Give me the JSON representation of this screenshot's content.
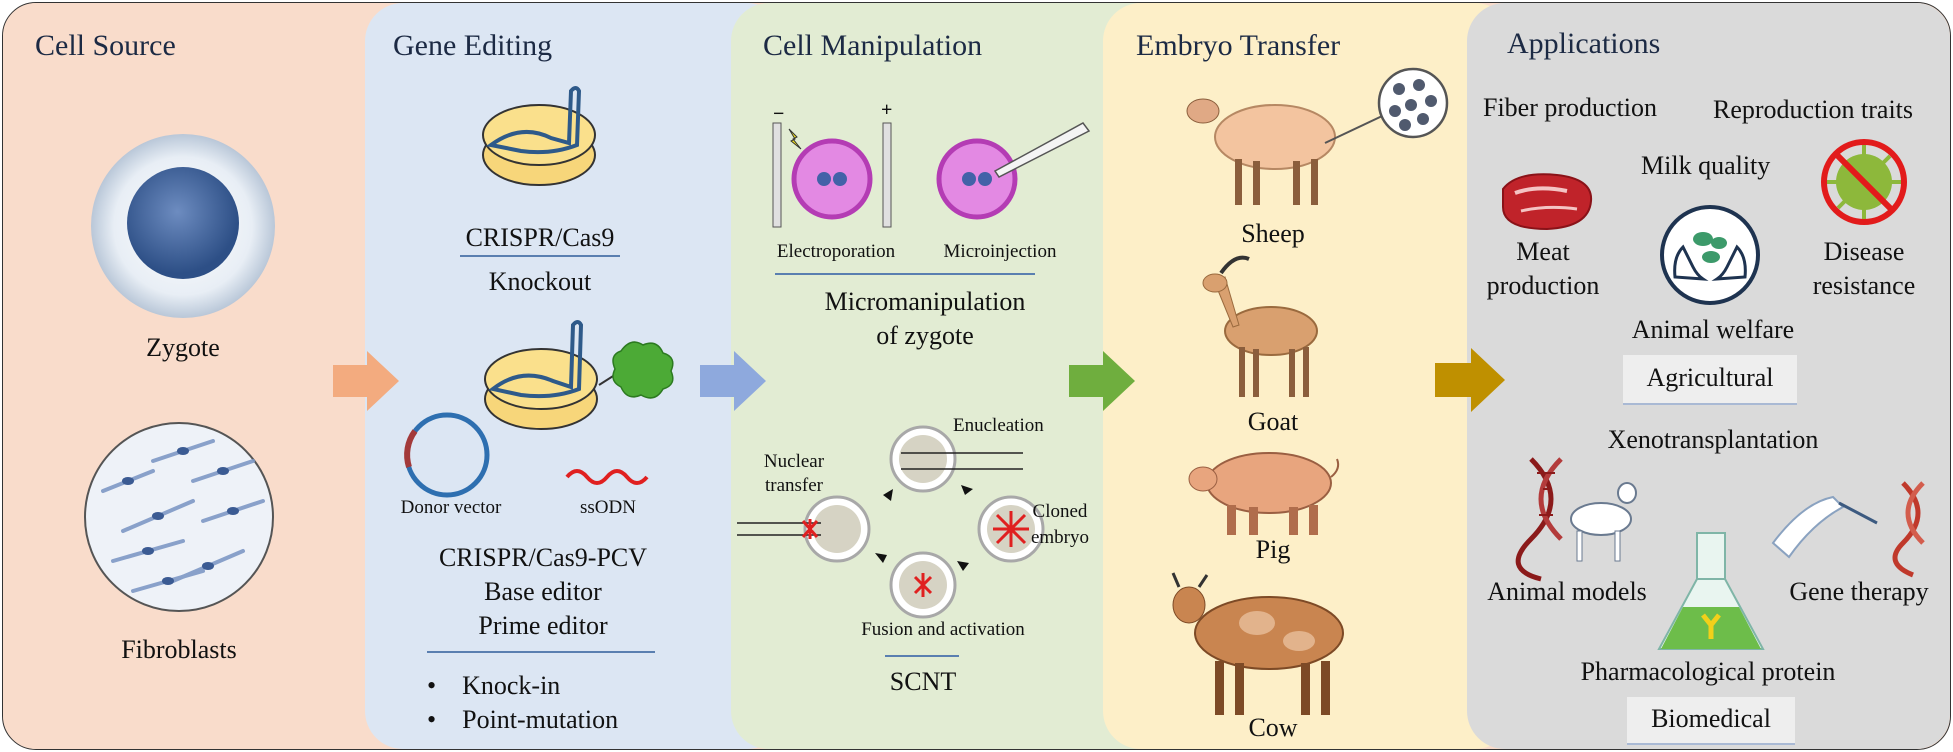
{
  "sections": {
    "cell_source": {
      "title": "Cell Source",
      "zygote": "Zygote",
      "fibroblasts": "Fibroblasts"
    },
    "gene_editing": {
      "title": "Gene Editing",
      "crispr": "CRISPR/Cas9",
      "knockout": "Knockout",
      "donor_vector": "Donor vector",
      "ssodn": "ssODN",
      "tools": [
        "CRISPR/Cas9-PCV",
        "Base editor",
        "Prime editor"
      ],
      "outcomes": [
        "Knock-in",
        "Point-mutation"
      ]
    },
    "cell_manipulation": {
      "title": "Cell Manipulation",
      "electroporation": "Electroporation",
      "microinjection": "Microinjection",
      "micromanipulation_1": "Micromanipulation",
      "micromanipulation_2": "of zygote",
      "enucleation": "Enucleation",
      "nuclear_1": "Nuclear",
      "nuclear_2": "transfer",
      "cloned_1": "Cloned",
      "cloned_2": "embryo",
      "fusion": "Fusion and activation",
      "scnt": "SCNT",
      "minus": "−",
      "plus": "+"
    },
    "embryo_transfer": {
      "title": "Embryo Transfer",
      "animals": [
        "Sheep",
        "Goat",
        "Pig",
        "Cow"
      ]
    },
    "applications": {
      "title": "Applications",
      "fiber": "Fiber production",
      "reproduction": "Reproduction traits",
      "milk": "Milk quality",
      "meat_1": "Meat",
      "meat_2": "production",
      "disease_1": "Disease",
      "disease_2": "resistance",
      "welfare": "Animal welfare",
      "agricultural": "Agricultural",
      "xeno": "Xenotransplantation",
      "models": "Animal models",
      "therapy": "Gene therapy",
      "pharma": "Pharmacological protein",
      "biomedical": "Biomedical"
    }
  },
  "colors": {
    "arrow_1": "#f3ab7f",
    "arrow_2": "#8ea9dd",
    "arrow_3": "#6fae3e",
    "arrow_4": "#bf9000"
  }
}
